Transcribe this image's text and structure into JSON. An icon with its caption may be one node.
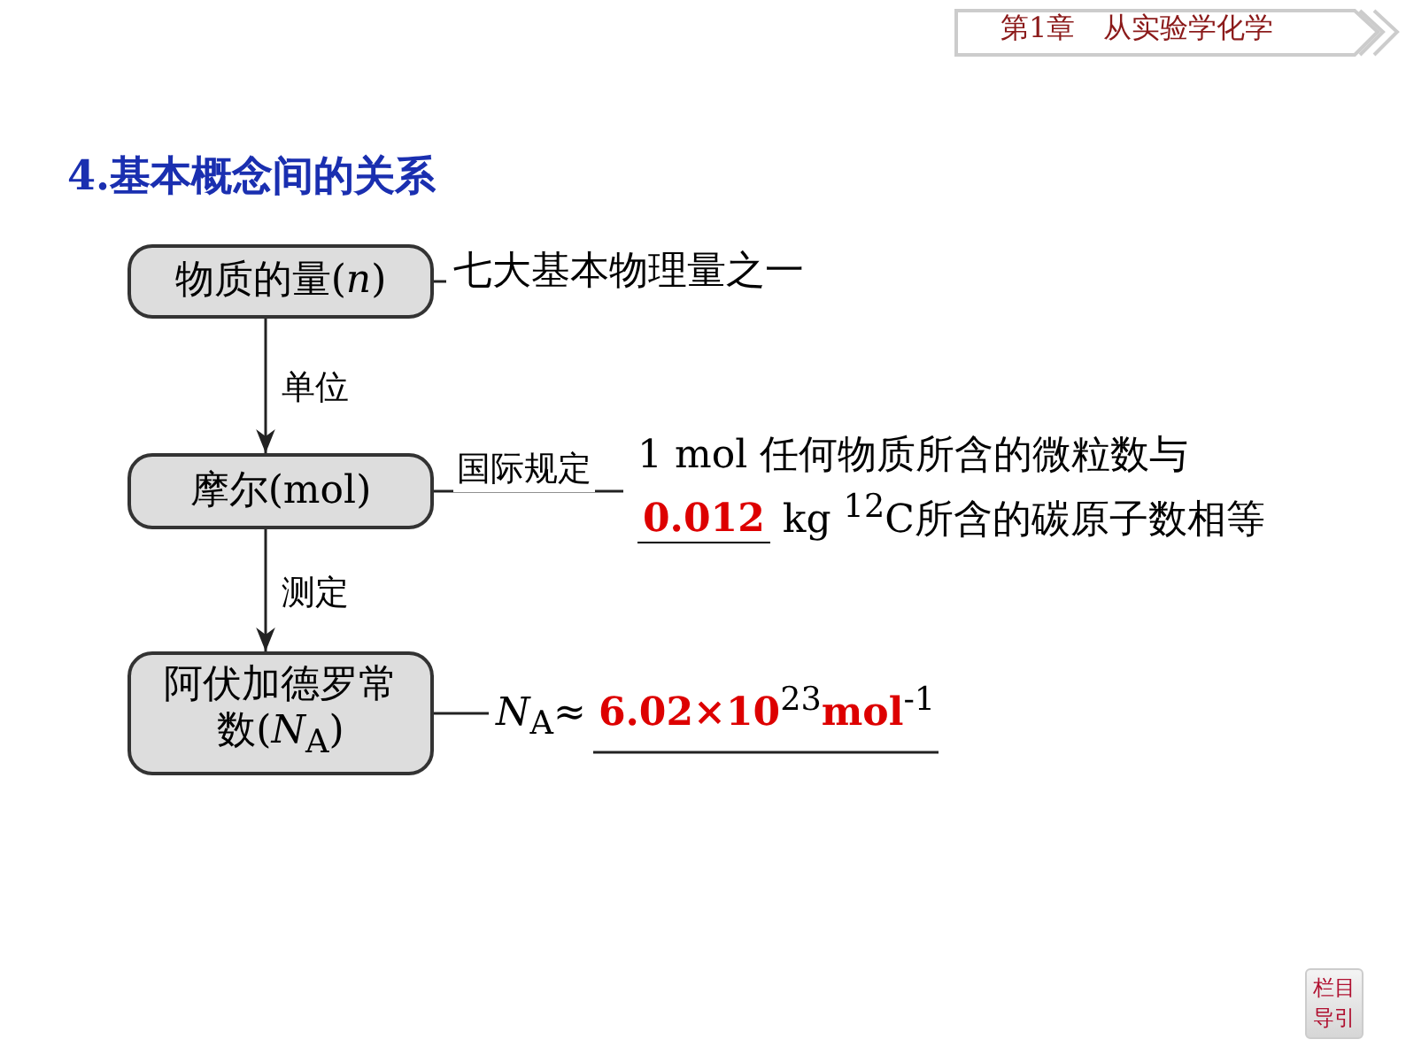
{
  "diagram": {
    "title": "4.基本概念间的关系",
    "nodes": [
      {
        "text": [
          "物质的量(*n*)"
        ]
      },
      {
        "text": [
          "七大基本物理量之一"
        ]
      },
      {
        "text": [
          "摩尔(mol)"
        ]
      },
      {
        "text": [
          "1 mol 任何物质所含的微粒数与 **0.012** kg $^{12}$C所含的碳原子数相等"
        ]
      },
      {
        "text": [
          "阿伏加德罗常数(*N*$_{A}$)"
        ]
      },
      {
        "text": [
          "*N*$_{A}$≈ **6.02×10**$^{23}$**mol**$^{-1}$"
        ]
      }
    ],
    "edges": [
      {
        "from": 0,
        "to": 1,
        "arrow": "none"
      },
      {
        "from": 0,
        "to": 2,
        "arrow": "to",
        "label": "单位"
      },
      {
        "from": 2,
        "to": 3,
        "arrow": "none",
        "label": "国际规定"
      },
      {
        "from": 2,
        "to": 4,
        "arrow": "to",
        "label": "测定"
      },
      {
        "from": 4,
        "to": 5,
        "arrow": "none"
      }
    ],
    "labels": [
      "第1章　从实验学化学",
      "栏目导引"
    ]
  }
}
